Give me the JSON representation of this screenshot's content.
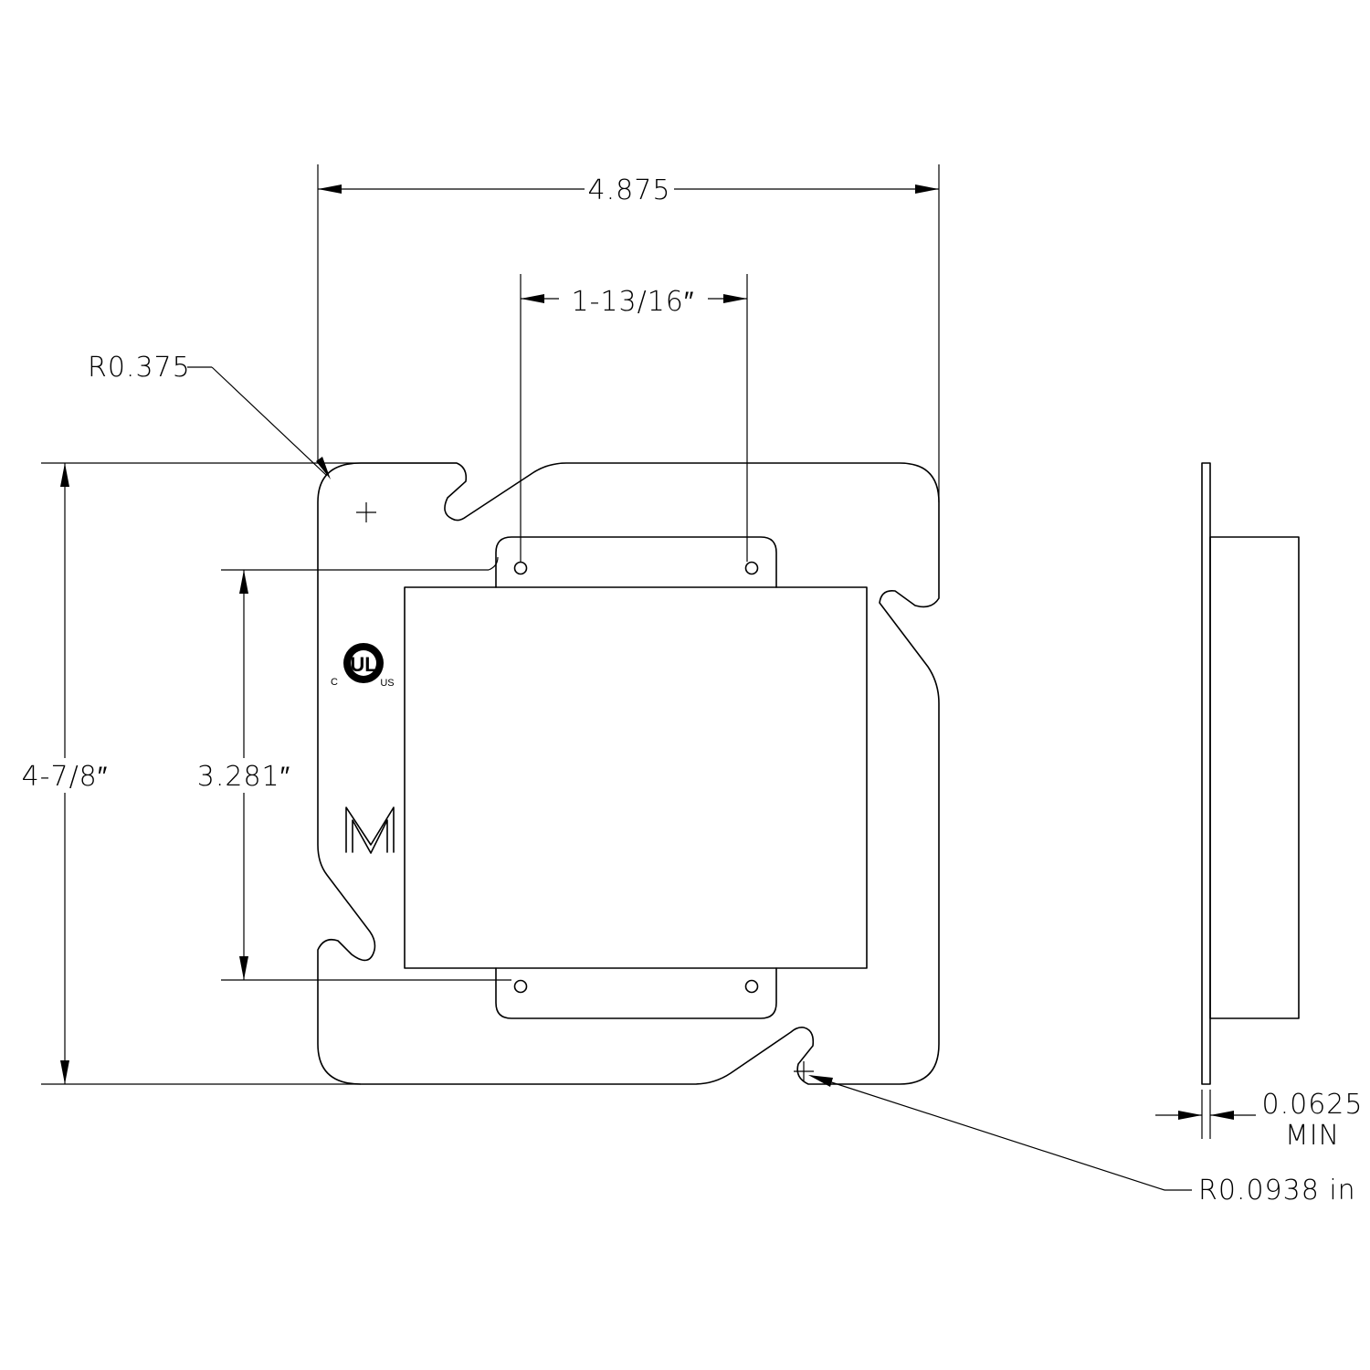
{
  "drawing": {
    "dimensions": {
      "overall_width": "4.875",
      "hole_spacing": "1-13/16″",
      "overall_height": "4-7/8″",
      "hole_vertical": "3.281″",
      "corner_radius": "R0.375",
      "slot_radius": "R0.0938  in",
      "thickness_value": "0.0625",
      "thickness_note": "MIN"
    },
    "logos": {
      "ul_mark": "UL",
      "ul_c": "C",
      "ul_us": "US"
    }
  }
}
